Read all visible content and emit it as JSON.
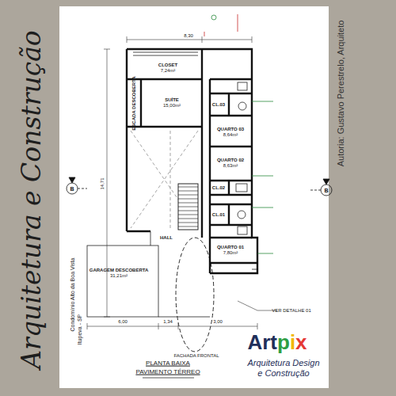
{
  "diagram": {
    "title": "PLANTA BAIXA",
    "nodes": [
      {
        "text": [
          "CLOSET",
          "7,24m²"
        ]
      },
      {
        "text": [
          "ESCADA DESCOBERTA"
        ]
      },
      {
        "text": [
          "SUÍTE",
          "15,00m²"
        ]
      },
      {
        "text": [
          "CL.03"
        ]
      },
      {
        "text": [
          "QUARTO 03",
          "8,64m²"
        ]
      },
      {
        "text": [
          "QUARTO 02",
          "8,63m²"
        ]
      },
      {
        "text": [
          "CL.02"
        ]
      },
      {
        "text": [
          "CL.01"
        ]
      },
      {
        "text": [
          "QUARTO 01",
          "7,80m²"
        ]
      },
      {
        "text": [
          "HALL"
        ]
      },
      {
        "text": [
          "GARAGEM DESCOBERTA",
          "31,21m²"
        ]
      }
    ],
    "labels": [
      "Arquitetura e Construção",
      "Condomínio Alto da Boa Vista",
      "Itupeva - SP",
      "Autoria: Gustavo Perestrelo, Arquiteto",
      "Artpix",
      "Arquitetura Design",
      "e Construção",
      "PAVIMENTO TÉRREO",
      "FACHADA FRONTAL",
      "VER DETALHE 01",
      "14,71",
      "6,00",
      "1,34",
      "3,00",
      "8,30",
      "B",
      "B"
    ]
  }
}
